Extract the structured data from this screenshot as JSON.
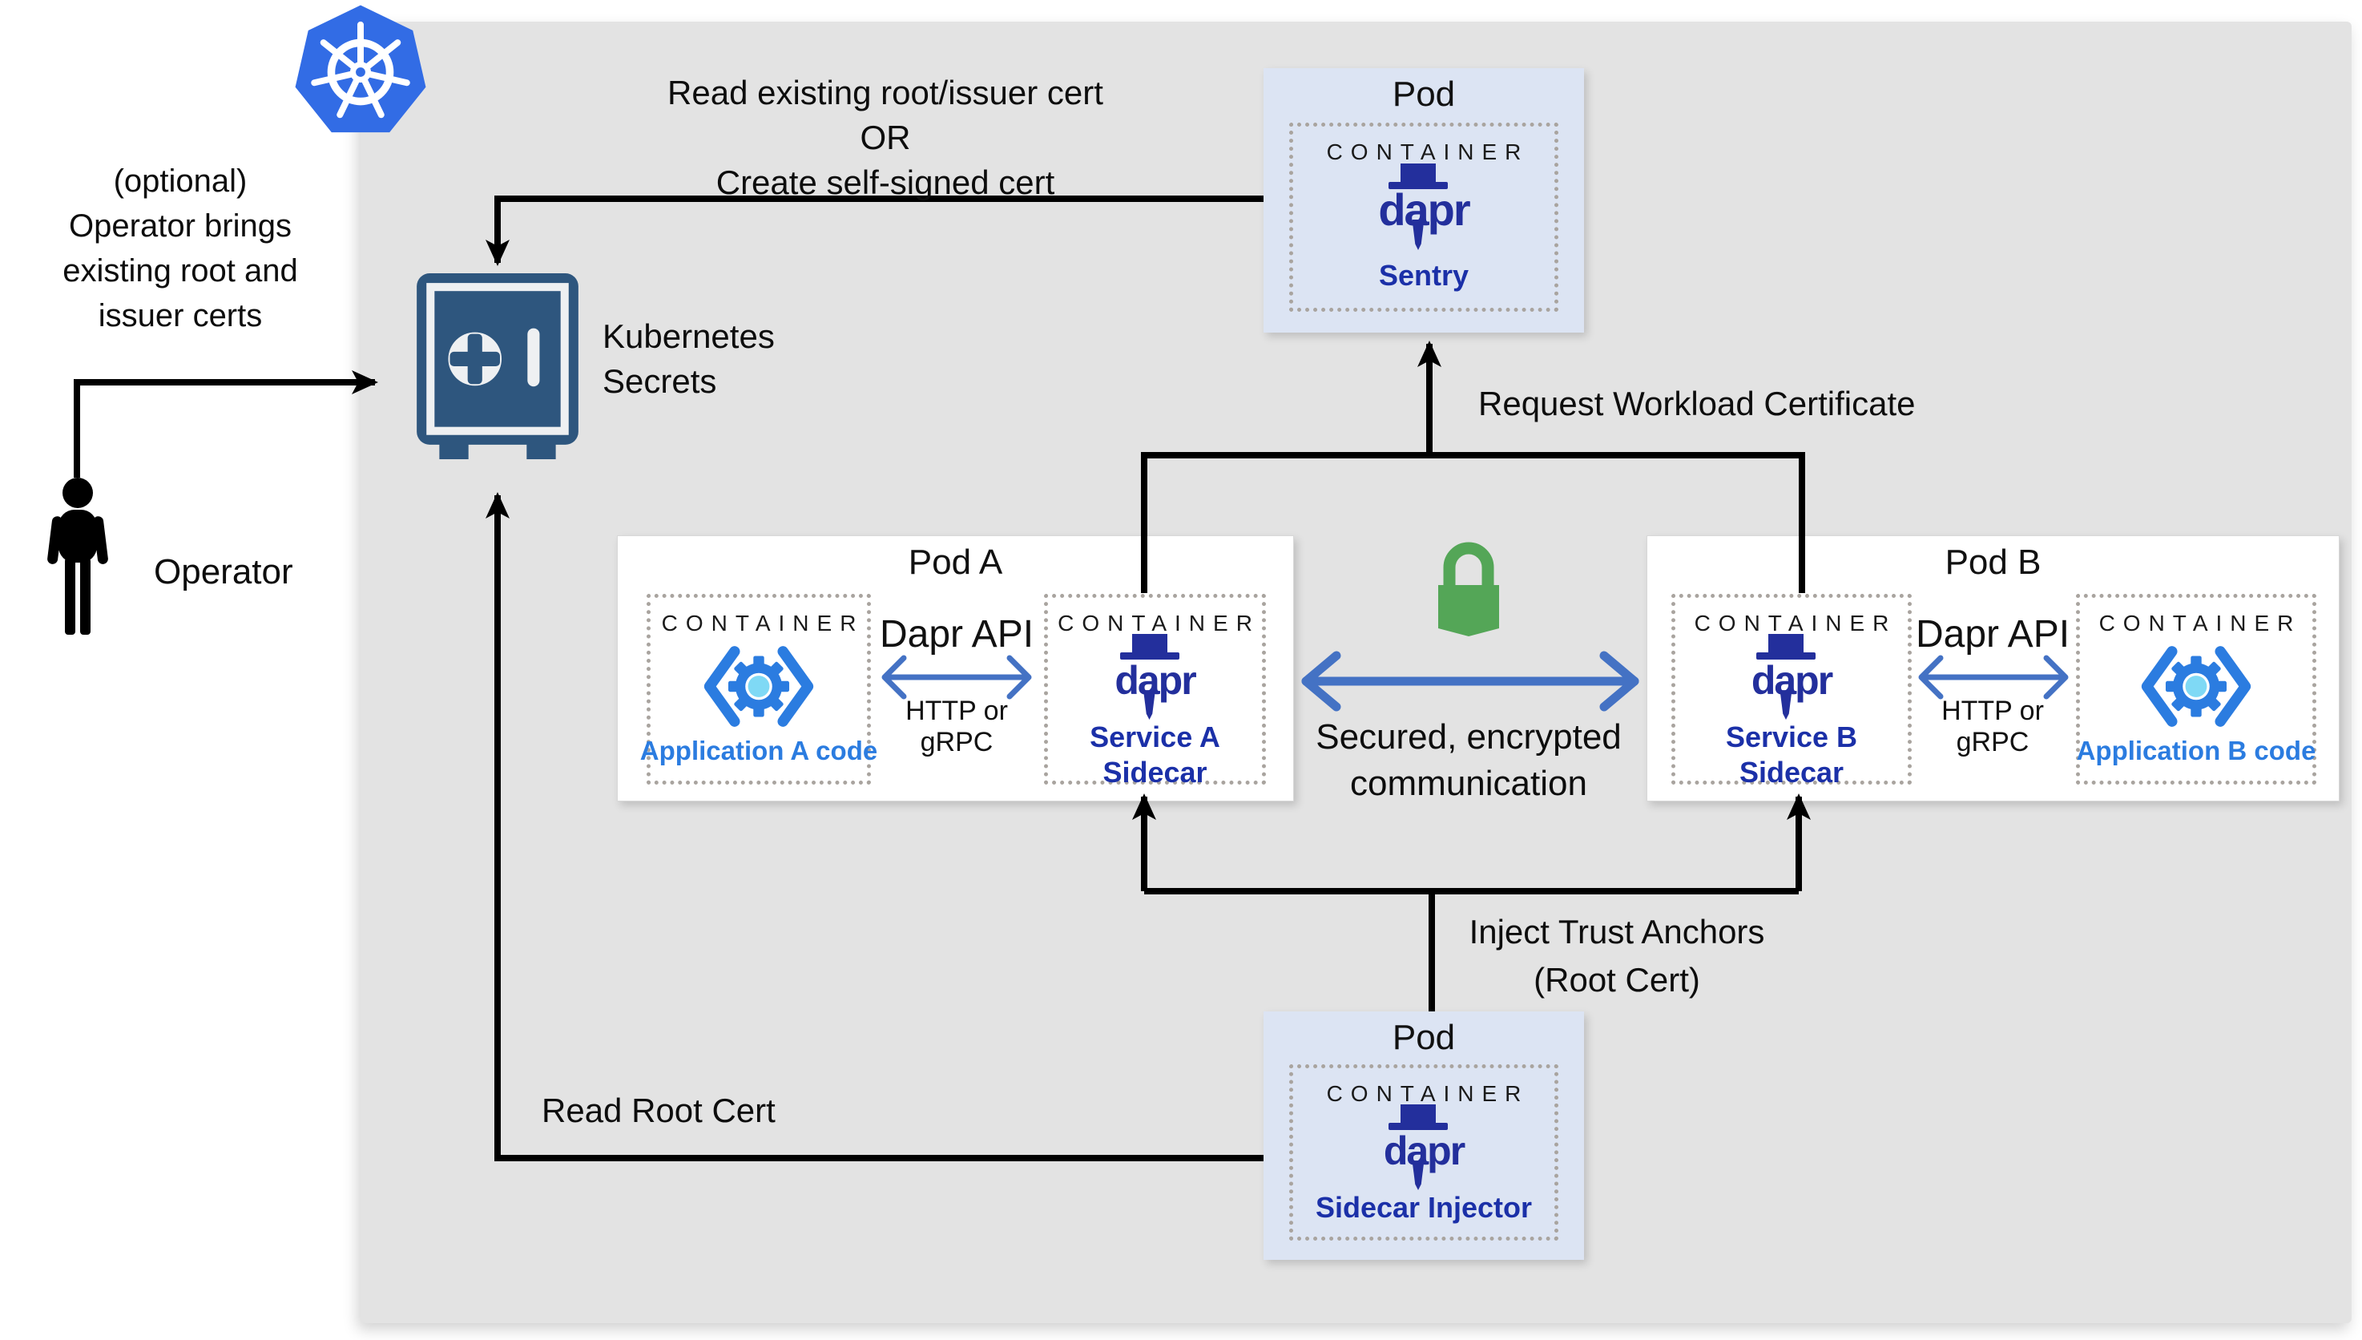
{
  "annotations": {
    "read_or_create_line1": "Read existing root/issuer cert",
    "read_or_create_line2": "OR",
    "read_or_create_line3": "Create self-signed cert",
    "optional_line1": "(optional)",
    "optional_line2": "Operator brings",
    "optional_line3": "existing root and",
    "optional_line4": "issuer certs",
    "kubernetes_secrets_line1": "Kubernetes",
    "kubernetes_secrets_line2": "Secrets",
    "operator_label": "Operator",
    "request_workload_cert": "Request Workload Certificate",
    "secured_line1": "Secured, encrypted",
    "secured_line2": "communication",
    "inject_line1": "Inject Trust Anchors",
    "inject_line2": "(Root Cert)",
    "read_root_cert": "Read Root Cert"
  },
  "pods": {
    "sentry": {
      "title": "Pod",
      "container_label": "CONTAINER",
      "logo_text": "dapr",
      "name": "Sentry"
    },
    "injector": {
      "title": "Pod",
      "container_label": "CONTAINER",
      "logo_text": "dapr",
      "name": "Sidecar Injector"
    },
    "pod_a": {
      "title": "Pod A",
      "app_container_label": "CONTAINER",
      "app_name": "Application A code",
      "api_label": "Dapr API",
      "protocol_label": "HTTP or gRPC",
      "sidecar_container_label": "CONTAINER",
      "logo_text": "dapr",
      "sidecar_name_line1": "Service A",
      "sidecar_name_line2": "Sidecar"
    },
    "pod_b": {
      "title": "Pod B",
      "app_container_label": "CONTAINER",
      "app_name": "Application B code",
      "api_label": "Dapr API",
      "protocol_label": "HTTP or gRPC",
      "sidecar_container_label": "CONTAINER",
      "logo_text": "dapr",
      "sidecar_name_line1": "Service B",
      "sidecar_name_line2": "Sidecar"
    }
  },
  "icons": {
    "kubernetes_logo": "kubernetes-wheel",
    "vault": "safe-vault",
    "operator": "person-silhouette",
    "lock": "padlock",
    "app_code": "code-gear"
  },
  "colors": {
    "canvas_gray": "#e3e3e3",
    "pod_blue_bg": "#dce4f3",
    "dapr_navy": "#232f9c",
    "service_label_blue": "#1b30a8",
    "app_label_blue": "#2b7ce0",
    "app_icon_cyan": "#7fd9f5",
    "kubernetes_blue": "#326ce5",
    "vault_navy": "#2e567e",
    "lock_green": "#54a657",
    "arrow_blue": "#4472c4",
    "arrow_black": "#000000"
  }
}
